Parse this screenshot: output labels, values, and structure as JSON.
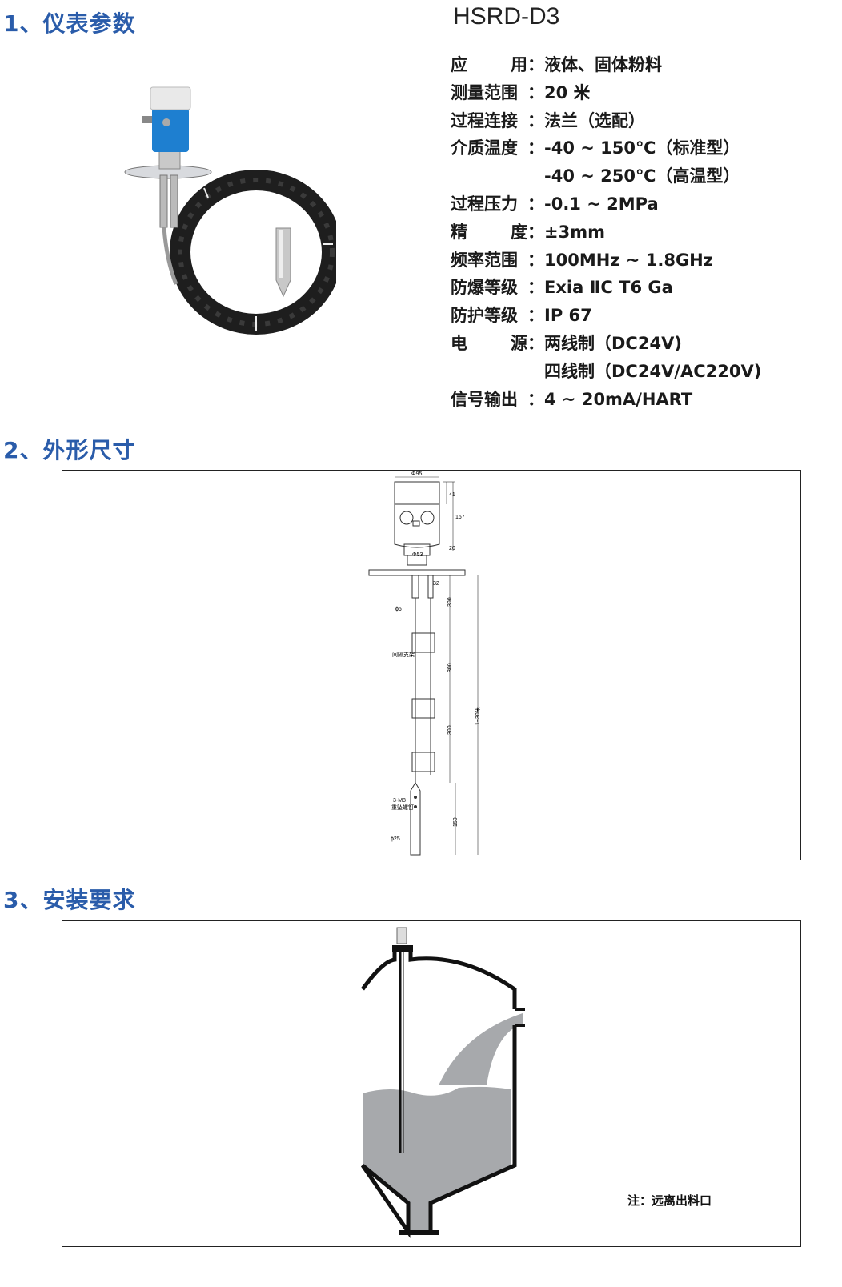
{
  "sections": [
    {
      "number": "1",
      "sep": "、",
      "title": "仪表参数"
    },
    {
      "number": "2",
      "sep": "、",
      "title": "外形尺寸"
    },
    {
      "number": "3",
      "sep": "、",
      "title": "安装要求"
    }
  ],
  "product": {
    "model": "HSRD-D3",
    "photo_icon": "radar-level-meter-with-coiled-cable-photo"
  },
  "specs": [
    {
      "label_a": "应",
      "label_b": "用：",
      "value": "液体、固体粉料"
    },
    {
      "label_a": "测量范围",
      "label_b": "：",
      "value": "20 米"
    },
    {
      "label_a": "过程连接",
      "label_b": "：",
      "value": "法兰（选配）"
    },
    {
      "label_a": "介质温度",
      "label_b": "：",
      "value": "-40 ~ 150℃（标准型）"
    },
    {
      "label_a": "",
      "label_b": "",
      "value": "-40 ~ 250℃（高温型）"
    },
    {
      "label_a": "过程压力",
      "label_b": "：",
      "value": "-0.1 ~ 2MPa"
    },
    {
      "label_a": "精",
      "label_b": "度：",
      "value": "±3mm"
    },
    {
      "label_a": "频率范围",
      "label_b": "：",
      "value": "100MHz ~ 1.8GHz"
    },
    {
      "label_a": "防爆等级",
      "label_b": "：",
      "value": "Exia  ⅡC  T6  Ga"
    },
    {
      "label_a": "防护等级",
      "label_b": "：",
      "value": "IP  67"
    },
    {
      "label_a": "电",
      "label_b": "源：",
      "value": "两线制（DC24V)"
    },
    {
      "label_a": "",
      "label_b": "",
      "value": "四线制（DC24V/AC220V)"
    },
    {
      "label_a": "信号输出",
      "label_b": "：",
      "value": "4 ~ 20mA/HART"
    }
  ],
  "dimensions": {
    "housing_width": "Φ95",
    "cover_height": "41",
    "housing_height": "167",
    "neck_height": "20",
    "neck_dia": "Φ53",
    "rod_spacing": "32",
    "rod_dia": "ϕ6",
    "segment_1": "300",
    "segment_2": "300",
    "segment_3": "300",
    "spacer_label": "间隔支架",
    "total_length": "1~30米",
    "weight_holes": "3-M8",
    "weight_label": "重坠螺钉",
    "weight_length": "150",
    "weight_dia": "ϕ25"
  },
  "installation": {
    "note": "注：远离出料口",
    "colors": {
      "material": "#a7a9ac",
      "tank": "#111111"
    }
  },
  "colors": {
    "heading": "#2a5caa",
    "text": "#1a1a1a",
    "housing": "#1e7fd0"
  }
}
